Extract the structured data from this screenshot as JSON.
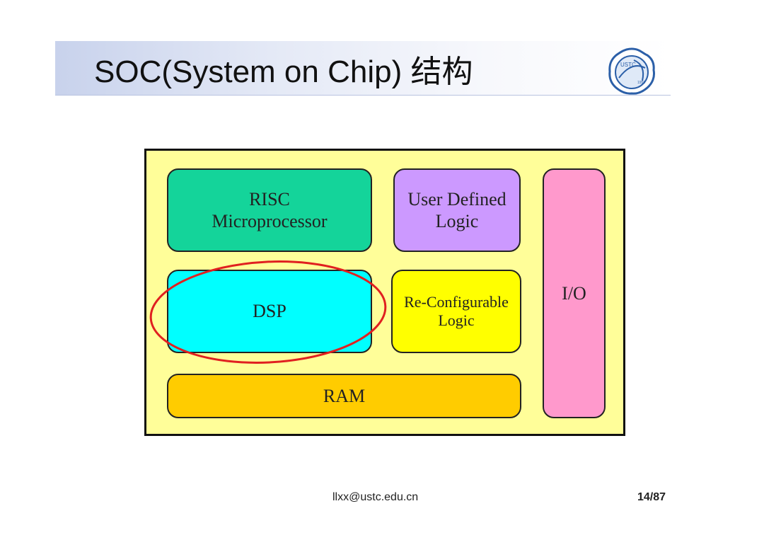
{
  "slide": {
    "title": "SOC(System on Chip) 结构",
    "logo": {
      "icon": "ustc-emblem-logo",
      "text": "USTC",
      "year": "1958"
    }
  },
  "diagram": {
    "blocks": {
      "risc": {
        "line1": "RISC",
        "line2": "Microprocessor",
        "color": "#14d49a"
      },
      "udl": {
        "line1": "User Defined",
        "line2": "Logic",
        "color": "#cc99ff"
      },
      "dsp": {
        "label": "DSP",
        "color": "#00ffff"
      },
      "rcl": {
        "line1": "Re-Configurable",
        "line2": "Logic",
        "color": "#ffff00"
      },
      "ram": {
        "label": "RAM",
        "color": "#ffcc00"
      },
      "io": {
        "label": "I/O",
        "color": "#ff99cc"
      }
    },
    "background_color": "#fffe99",
    "highlight": {
      "target": "DSP",
      "shape": "ellipse",
      "color": "#e02020"
    }
  },
  "footer": {
    "email": "llxx@ustc.edu.cn",
    "page": "14/87"
  }
}
